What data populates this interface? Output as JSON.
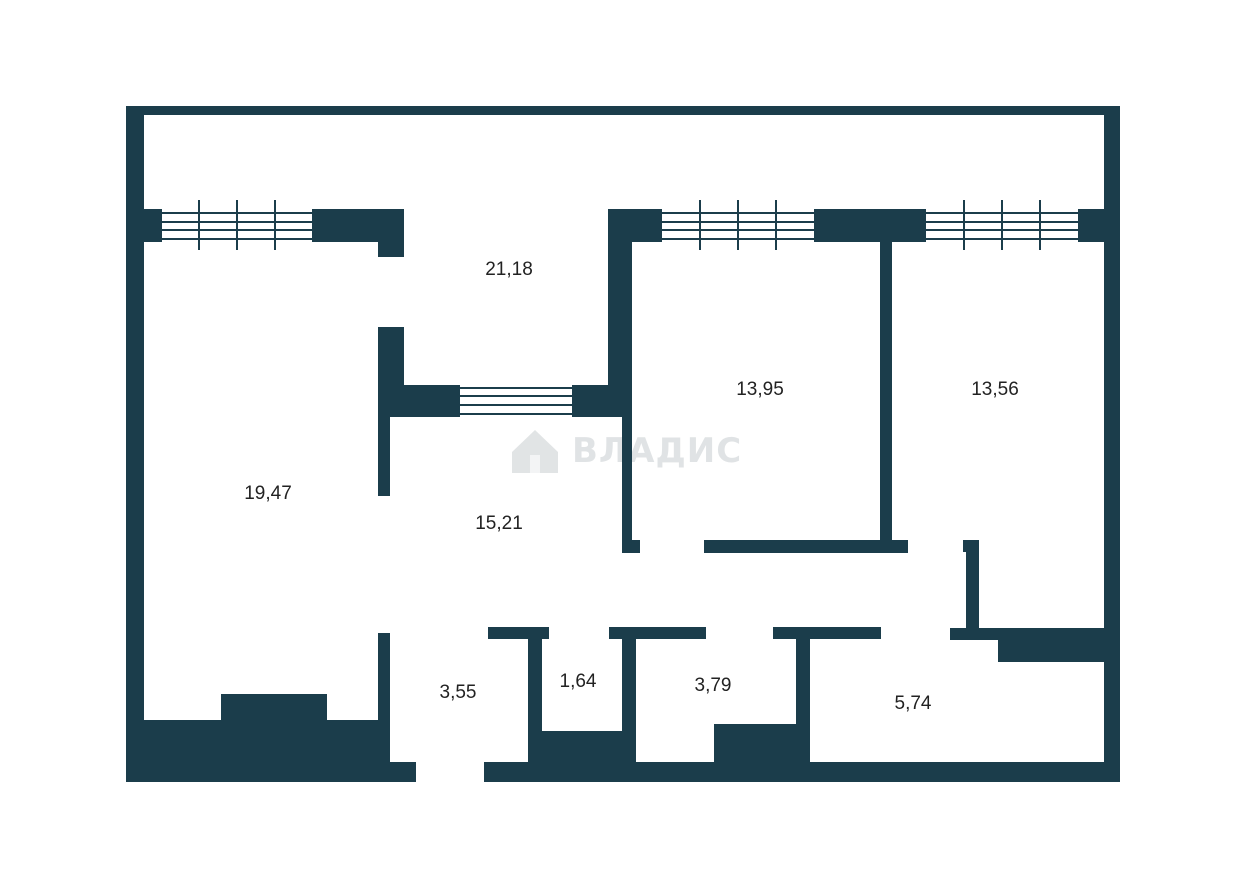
{
  "colors": {
    "wall": "#1b3d4b",
    "background": "#ffffff",
    "label": "#222222",
    "watermark": "#c8cdd0"
  },
  "rooms": [
    {
      "id": "balcony",
      "area": "21,18"
    },
    {
      "id": "room-left",
      "area": "19,47"
    },
    {
      "id": "hall",
      "area": "15,21"
    },
    {
      "id": "room-middle",
      "area": "13,95"
    },
    {
      "id": "room-right",
      "area": "13,56"
    },
    {
      "id": "entry",
      "area": "3,55"
    },
    {
      "id": "wc",
      "area": "1,64"
    },
    {
      "id": "bathroom",
      "area": "3,79"
    },
    {
      "id": "kitchen",
      "area": "5,74"
    }
  ],
  "watermark": {
    "text": "ВЛАДИС",
    "icon": "house-logo-icon"
  }
}
